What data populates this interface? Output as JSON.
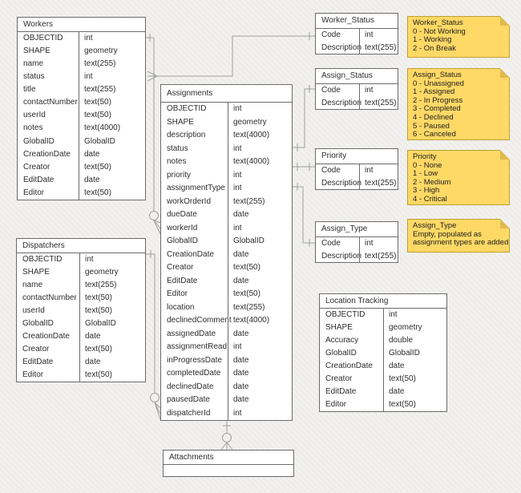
{
  "diagram": {
    "kind": "entity-relationship-diagram",
    "colors": {
      "canvas": "#f2f1ef",
      "table_fill": "#ffffff",
      "table_border": "#6b6b6b",
      "text": "#2d2d2d",
      "connector": "#a0a0a0",
      "note_fill": "#ffd966",
      "note_border": "#bfa033",
      "note_fold": "#e0b94e"
    }
  },
  "tables": [
    {
      "id": "workers",
      "title": "Workers",
      "fields": [
        [
          "OBJECTID",
          "int"
        ],
        [
          "SHAPE",
          "geometry"
        ],
        [
          "name",
          "text(255)"
        ],
        [
          "status",
          "int"
        ],
        [
          "title",
          "text(255)"
        ],
        [
          "contactNumber",
          "text(50)"
        ],
        [
          "userId",
          "text(50)"
        ],
        [
          "notes",
          "text(4000)"
        ],
        [
          "GlobalID",
          "GlobalID"
        ],
        [
          "CreationDate",
          "date"
        ],
        [
          "Creator",
          "text(50)"
        ],
        [
          "EditDate",
          "date"
        ],
        [
          "Editor",
          "text(50)"
        ]
      ]
    },
    {
      "id": "dispatchers",
      "title": "Dispatchers",
      "fields": [
        [
          "OBJECTID",
          "int"
        ],
        [
          "SHAPE",
          "geometry"
        ],
        [
          "name",
          "text(255)"
        ],
        [
          "contactNumber",
          "text(50)"
        ],
        [
          "userId",
          "text(50)"
        ],
        [
          "GlobalID",
          "GlobalID"
        ],
        [
          "CreationDate",
          "date"
        ],
        [
          "Creator",
          "text(50)"
        ],
        [
          "EditDate",
          "date"
        ],
        [
          "Editor",
          "text(50)"
        ]
      ]
    },
    {
      "id": "assignments",
      "title": "Assignments",
      "fields": [
        [
          "OBJECTID",
          "int"
        ],
        [
          "SHAPE",
          "geometry"
        ],
        [
          "description",
          "text(4000)"
        ],
        [
          "status",
          "int"
        ],
        [
          "notes",
          "text(4000)"
        ],
        [
          "priority",
          "int"
        ],
        [
          "assignmentType",
          "int"
        ],
        [
          "workOrderId",
          "text(255)"
        ],
        [
          "dueDate",
          "date"
        ],
        [
          "workerId",
          "int"
        ],
        [
          "GlobalID",
          "GlobalID"
        ],
        [
          "CreationDate",
          "date"
        ],
        [
          "Creator",
          "text(50)"
        ],
        [
          "EditDate",
          "date"
        ],
        [
          "Editor",
          "text(50)"
        ],
        [
          "location",
          "text(255)"
        ],
        [
          "declinedComment",
          "text(4000)"
        ],
        [
          "assignedDate",
          "date"
        ],
        [
          "assignmentRead",
          "int"
        ],
        [
          "inProgressDate",
          "date"
        ],
        [
          "completedDate",
          "date"
        ],
        [
          "declinedDate",
          "date"
        ],
        [
          "pausedDate",
          "date"
        ],
        [
          "dispatcherId",
          "int"
        ]
      ]
    },
    {
      "id": "worker_status",
      "title": "Worker_Status",
      "fields": [
        [
          "Code",
          "int"
        ],
        [
          "Description",
          "text(255)"
        ]
      ]
    },
    {
      "id": "assign_status",
      "title": "Assign_Status",
      "fields": [
        [
          "Code",
          "int"
        ],
        [
          "Description",
          "text(255)"
        ]
      ]
    },
    {
      "id": "priority",
      "title": "Priority",
      "fields": [
        [
          "Code",
          "int"
        ],
        [
          "Description",
          "text(255)"
        ]
      ]
    },
    {
      "id": "assign_type",
      "title": "Assign_Type",
      "fields": [
        [
          "Code",
          "int"
        ],
        [
          "Description",
          "text(255)"
        ]
      ]
    },
    {
      "id": "location_tracking",
      "title": "Location Tracking",
      "fields": [
        [
          "OBJECTID",
          "int"
        ],
        [
          "SHAPE",
          "geometry"
        ],
        [
          "Accuracy",
          "double"
        ],
        [
          "GlobalID",
          "GlobalID"
        ],
        [
          "CreationDate",
          "date"
        ],
        [
          "Creator",
          "text(50)"
        ],
        [
          "EditDate",
          "date"
        ],
        [
          "Editor",
          "text(50)"
        ]
      ]
    },
    {
      "id": "attachments",
      "title": "Attachments",
      "fields": []
    }
  ],
  "notes": [
    {
      "id": "worker_status_note",
      "title": "Worker_Status",
      "lines": [
        "0 - Not Working",
        "1 - Working",
        "2 - On Break"
      ]
    },
    {
      "id": "assign_status_note",
      "title": "Assign_Status",
      "lines": [
        "0 - Unassigned",
        "1 - Assigned",
        "2 - In Progress",
        "3 - Completed",
        "4 - Declined",
        "5 - Paused",
        "6 - Canceled"
      ]
    },
    {
      "id": "priority_note",
      "title": "Priority",
      "lines": [
        "0 - None",
        "1 - Low",
        "2 - Medium",
        "3 - High",
        "4 - Critical"
      ]
    },
    {
      "id": "assign_type_note",
      "title": "Assign_Type",
      "lines": [
        "Empty, populated as",
        "assignment types are added"
      ]
    }
  ],
  "relationships": [
    {
      "from": "Worker_Status.Code",
      "to": "Workers.status",
      "cardinality": "one-to-many"
    },
    {
      "from": "Workers.OBJECTID",
      "to": "Assignments.workerId",
      "cardinality": "one-to-zero-or-many"
    },
    {
      "from": "Dispatchers.OBJECTID",
      "to": "Assignments.dispatcherId",
      "cardinality": "one-to-zero-or-many"
    },
    {
      "from": "Assign_Status.Code",
      "to": "Assignments.status",
      "cardinality": "one-to-one"
    },
    {
      "from": "Priority.Code",
      "to": "Assignments.priority",
      "cardinality": "one-to-one"
    },
    {
      "from": "Assign_Type.Code",
      "to": "Assignments.assignmentType",
      "cardinality": "one-to-one"
    },
    {
      "from": "Assignments",
      "to": "Attachments",
      "cardinality": "one-to-zero-or-many"
    }
  ]
}
